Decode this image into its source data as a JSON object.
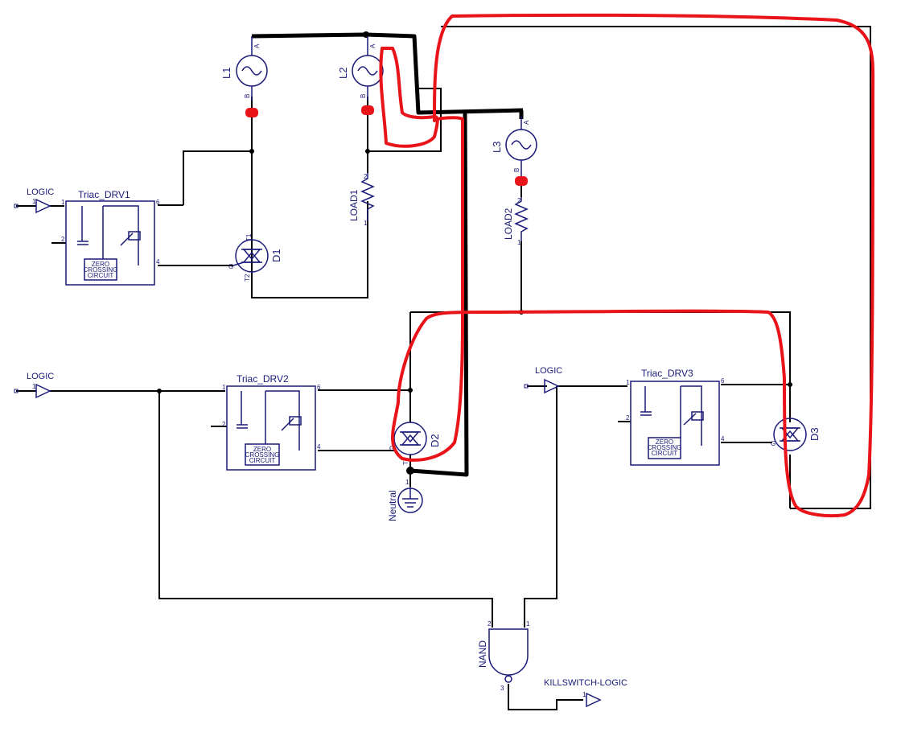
{
  "sources": {
    "l1": "L1",
    "l2": "L2",
    "l3": "L3",
    "pin_a": "A",
    "pin_b": "B"
  },
  "loads": {
    "load1": "LOAD1",
    "load2": "LOAD2"
  },
  "triacs": {
    "d1": "D1",
    "d2": "D2",
    "d3": "D3",
    "t1": "T1",
    "t2": "T2",
    "g": "G"
  },
  "drivers": {
    "drv1": "Triac_DRV1",
    "drv2": "Triac_DRV2",
    "drv3": "Triac_DRV3",
    "zc_line1": "ZERO",
    "zc_line2": "CROSSING",
    "zc_line3": "CIRCUIT"
  },
  "ports": {
    "logic": "LOGIC",
    "killswitch": "KILLSWITCH-LOGIC"
  },
  "gate": {
    "name": "NAND"
  },
  "ground": {
    "name": "Neutral"
  },
  "pins": {
    "p1": "1",
    "p2": "2",
    "p3": "3",
    "p4": "4",
    "p6": "6"
  },
  "colors": {
    "ink": "#1a1a7a",
    "wire": "#000000",
    "annotation": "#e8141a"
  }
}
